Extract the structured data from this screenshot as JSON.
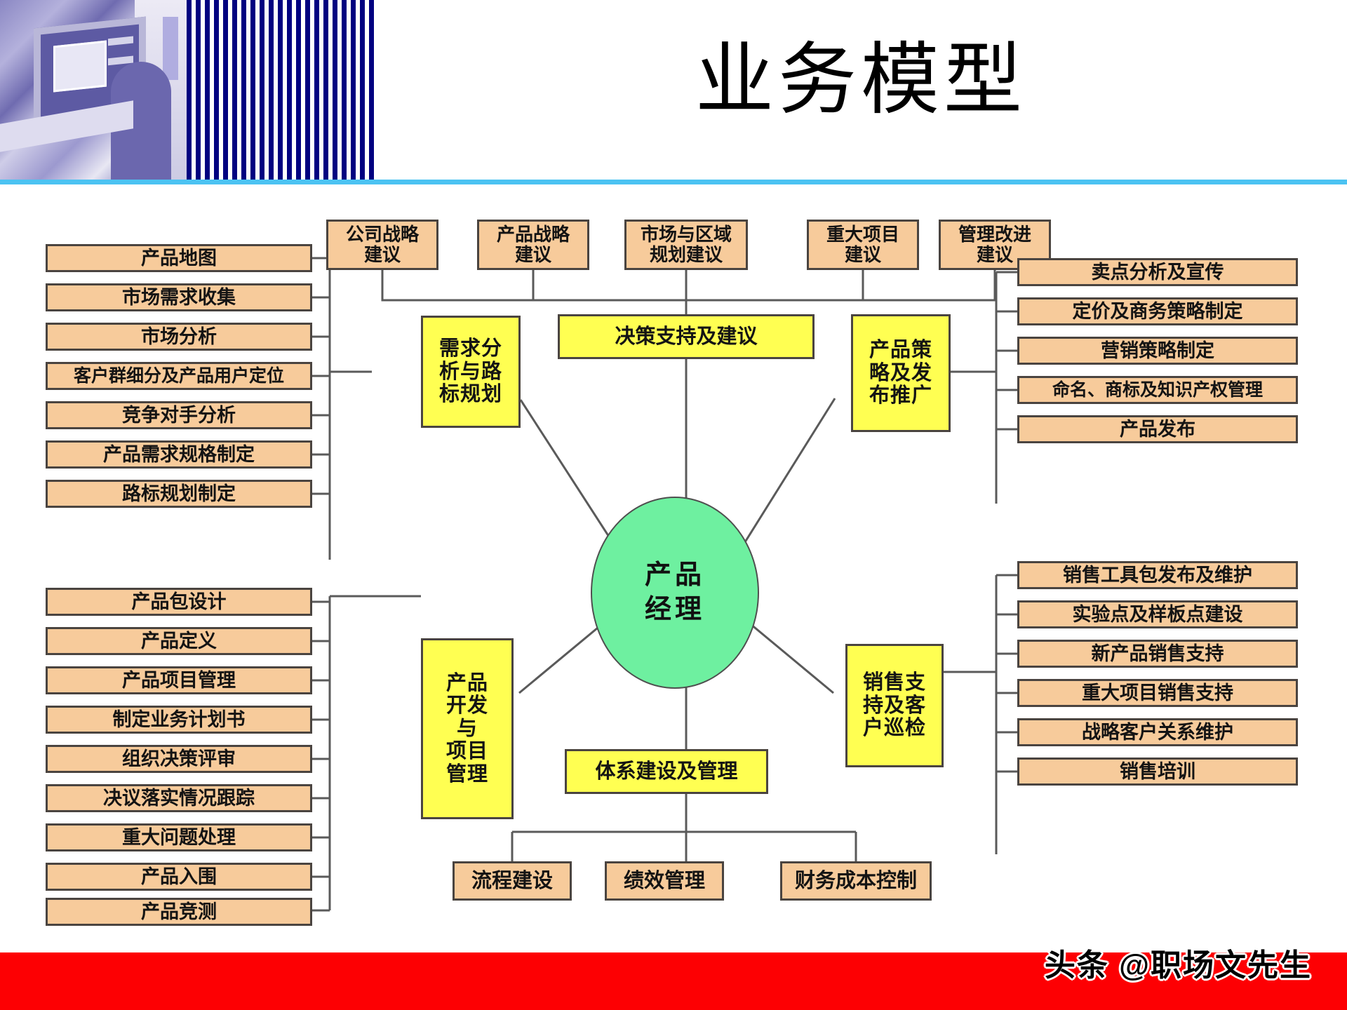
{
  "slide": {
    "title": "业务模型",
    "watermark": "头条 @职场文先生"
  },
  "diagram": {
    "center": "产品\n经理",
    "center_label": "产品经理",
    "top_inputs": [
      {
        "label": "公司战略\n建议"
      },
      {
        "label": "产品战略\n建议"
      },
      {
        "label": "市场与区域\n规划建议"
      },
      {
        "label": "重大项目\n建议"
      },
      {
        "label": "管理改进\n建议"
      }
    ],
    "hubs": {
      "decision": "决策支持及建议",
      "demand": "需求分\n析与路\n标规划",
      "strategy": "产品策\n略及发\n布推广",
      "development": "产品\n开发\n与\n项目\n管理",
      "sales": "销售支\n持及客\n户巡检",
      "system": "体系建设及管理"
    },
    "demand_items": [
      "产品地图",
      "市场需求收集",
      "市场分析",
      "客户群细分及产品用户定位",
      "竞争对手分析",
      "产品需求规格制定",
      "路标规划制定"
    ],
    "development_items": [
      "产品包设计",
      "产品定义",
      "产品项目管理",
      "制定业务计划书",
      "组织决策评审",
      "决议落实情况跟踪",
      "重大问题处理",
      "产品入围",
      "产品竞测"
    ],
    "strategy_items": [
      "卖点分析及宣传",
      "定价及商务策略制定",
      "营销策略制定",
      "命名、商标及知识产权管理",
      "产品发布"
    ],
    "sales_items": [
      "销售工具包发布及维护",
      "实验点及样板点建设",
      "新产品销售支持",
      "重大项目销售支持",
      "战略客户关系维护",
      "销售培训"
    ],
    "system_items": [
      "流程建设",
      "绩效管理",
      "财务成本控制"
    ]
  },
  "colors": {
    "leaf_fill": "#f7cb9b",
    "hub_fill": "#ffff52",
    "center_fill": "#6ef0a0",
    "border": "#4a4440",
    "rule": "#4cc3f2",
    "footer": "#fd0003",
    "stripe": "#000080"
  }
}
